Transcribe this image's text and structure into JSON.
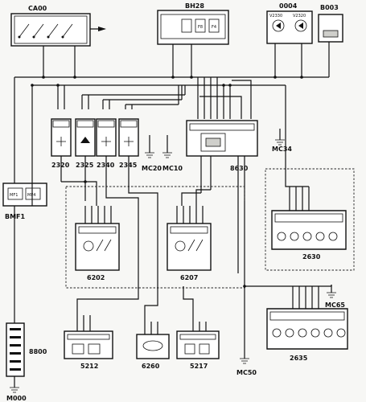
{
  "components": {
    "ca00": "CA00",
    "bh28": "BH28",
    "c0004": "0004",
    "b003": "B003",
    "bmf1": "BMF1",
    "b800": "8800",
    "m000": "M000",
    "s2320": "2320",
    "s2325": "2325",
    "s2340": "2340",
    "s2345": "2345",
    "mc20": "MC20",
    "mc10": "MC10",
    "u8630": "8630",
    "mc34": "MC34",
    "s2630": "2630",
    "s6202": "6202",
    "s6207": "6207",
    "mc65": "MC65",
    "s2635": "2635",
    "s5212": "5212",
    "s6260": "6260",
    "s5217": "5217",
    "mc50": "MC50"
  },
  "fuses": {
    "bh28_f8": "F8",
    "bh28_f4": "F4",
    "bmf1_mf1": "MF1",
    "bmf1_mf4": "MF4"
  },
  "connector_codes": {
    "v2330": "V2330",
    "v2320": "V2320"
  }
}
